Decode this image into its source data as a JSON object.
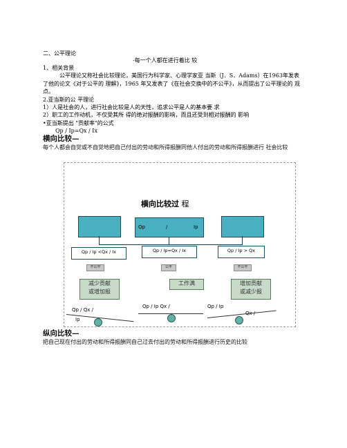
{
  "doc": {
    "heading": "二、公平理论",
    "subtitle": "-每一个人都在进行着比  较",
    "sec1_title": "1、相关背景",
    "sec1_para": "公平理论又称社会比较理论，美国行为科学家、心理学家亚  当斯（J．S．Adams）在1963年发表了他的论文《对于公平的  理解》，1965  年又发表了《在社会交换中的不公平》，从而提出了公平理论的  观点。",
    "sec2_title": "2.亚当斯的公  平理论",
    "sec2_item1": "1）人是社会的人，进行社会比较是人的天性，追求公平是人的基本要  求",
    "sec2_item2": "2）职工的工作动机，不仅受其所  得的绝对报酬的影响，而且还受到相对报酬的  影响",
    "bullet_formula": "•亚当斯提出  \"贡献率\"的公式",
    "formula": "Qp / Ip=Qx / Ix",
    "horizontal_title": "横向比较—",
    "horizontal_text": "每个人都会自觉或不自觉地把自己付出的劳动和所得报酬同他人付出的劳动和所得报酬进行  社会比较",
    "vertical_title": "纵向比较—",
    "vertical_text": "把自己现在付出的劳动和所得报酬同自己过去付出的劳动和所得报酬进行历史的比较"
  },
  "diagram": {
    "title_bold": "横向比较过",
    "title_normal": "程",
    "top_formula_left": "Qp",
    "top_formula_slash": "/",
    "top_formula_right": "Ip",
    "left_cond": "Qp / Ip <Qx / Ix",
    "mid_cond": "Qp / Ip=Qx / Ix",
    "right_cond": "Qp / Ip        > Qx",
    "left_tag": "不公平",
    "mid_tag": "公平",
    "right_tag": "不公平",
    "left_result": "减少贡献\n或增加报",
    "mid_result": "工作满",
    "right_result": "增加贡献\n或减少报",
    "left_scale": "Qp    /     Qx    /",
    "left_scale_2": "Ip",
    "mid_scale": "Qp / Ip       Qx     /",
    "right_scale": "Qp / Ip",
    "right_scale_2": "Qx     /"
  },
  "colors": {
    "teal": "#48b0c0",
    "result": "#c8dbc8",
    "tag": "#c8c8c8",
    "ball": "#5fb3a6"
  }
}
